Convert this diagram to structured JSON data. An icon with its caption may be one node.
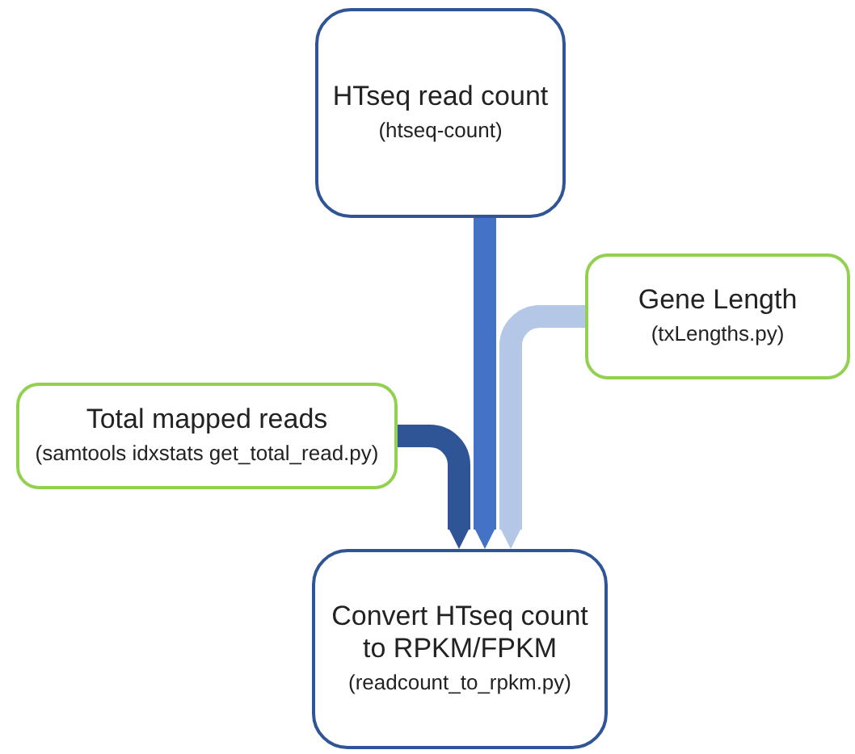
{
  "diagram": {
    "nodes": [
      {
        "text": [
          "HTseq read count",
          "(htseq-count)"
        ]
      },
      {
        "text": [
          "Gene Length",
          "(txLengths.py)"
        ]
      },
      {
        "text": [
          "Total mapped reads",
          "(samtools idxstats get_total_read.py)"
        ]
      },
      {
        "text": [
          "Convert HTseq count to RPKM/FPKM",
          "(readcount_to_rpkm.py)"
        ]
      }
    ],
    "edges": [
      {
        "from": 0,
        "to": 3,
        "arrow": "to",
        "color": "#4472c4"
      },
      {
        "from": 1,
        "to": 3,
        "arrow": "to",
        "color": "#b4c7e7"
      },
      {
        "from": 2,
        "to": 3,
        "arrow": "to",
        "color": "#2f5597"
      }
    ]
  }
}
